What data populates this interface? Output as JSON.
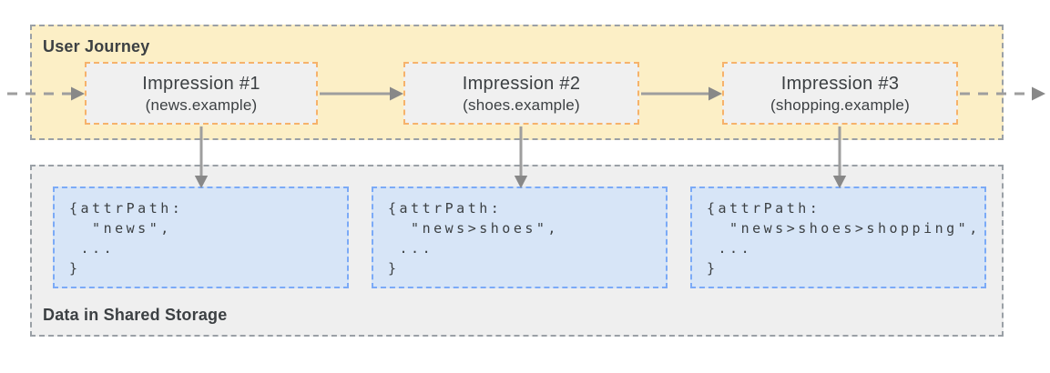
{
  "colors": {
    "journey_bg": "#FCEFC6",
    "storage_bg": "#EFEFEF",
    "impression_bg": "#F0F0F0",
    "impression_border": "#F6B26B",
    "code_bg": "#D7E5F7",
    "code_border": "#7BAAF7",
    "container_border": "#9AA0A6",
    "arrow_line": "#9E9E9E",
    "arrow_head": "#888888",
    "text": "#3C4043"
  },
  "user_journey": {
    "label": "User Journey",
    "impressions": [
      {
        "title": "Impression #1",
        "subtitle": "(news.example)"
      },
      {
        "title": "Impression #2",
        "subtitle": "(shoes.example)"
      },
      {
        "title": "Impression #3",
        "subtitle": "(shopping.example)"
      }
    ]
  },
  "shared_storage": {
    "label": "Data in Shared Storage",
    "entries": [
      {
        "code": "{attrPath:\n  \"news\",\n ...\n}"
      },
      {
        "code": "{attrPath:\n  \"news>shoes\",\n ...\n}"
      },
      {
        "code": "{attrPath:\n  \"news>shoes>shopping\",\n ...\n}"
      }
    ]
  }
}
